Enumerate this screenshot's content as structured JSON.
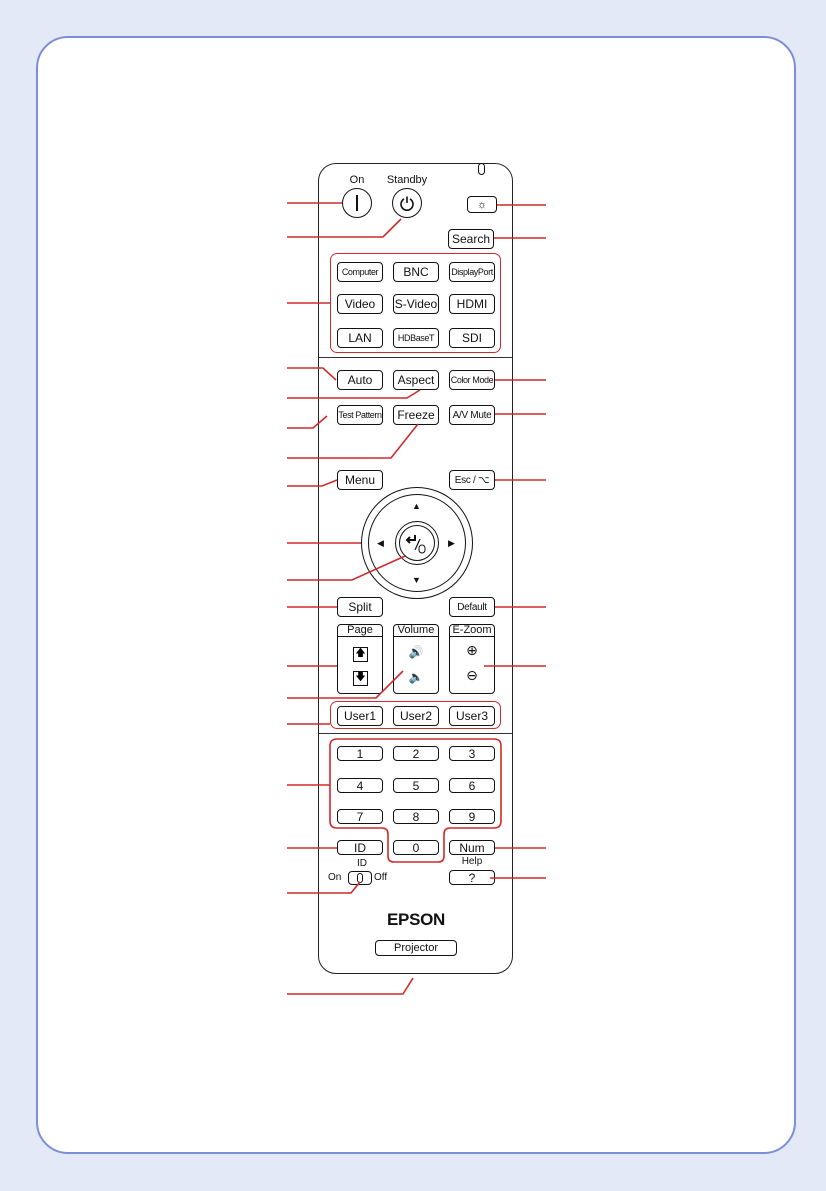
{
  "buttons": {
    "on": "On",
    "standby": "Standby",
    "search": "Search",
    "computer": "Computer",
    "bnc": "BNC",
    "displayport": "DisplayPort",
    "video": "Video",
    "svideo": "S-Video",
    "hdmi": "HDMI",
    "lan": "LAN",
    "hdbaset": "HDBaseT",
    "sdi": "SDI",
    "auto": "Auto",
    "aspect": "Aspect",
    "color_mode": "Color Mode",
    "test_pattern": "Test Pattern",
    "freeze": "Freeze",
    "av_mute": "A/V Mute",
    "menu": "Menu",
    "esc": "Esc / ⌥",
    "split": "Split",
    "default": "Default",
    "page": "Page",
    "volume": "Volume",
    "ezoom": "E-Zoom",
    "user1": "User1",
    "user2": "User2",
    "user3": "User3",
    "num1": "1",
    "num2": "2",
    "num3": "3",
    "num4": "4",
    "num5": "5",
    "num6": "6",
    "num7": "7",
    "num8": "8",
    "num9": "9",
    "num0": "0",
    "id": "ID",
    "num": "Num",
    "help_label": "Help",
    "help": "?",
    "id_switch_label": "ID",
    "id_on": "On",
    "id_off": "Off"
  },
  "brand": "EPSON",
  "model_label": "Projector",
  "colors": {
    "callout": "#d02a2a",
    "background": "#e3e9f7",
    "card_border": "#7b8fd6"
  }
}
